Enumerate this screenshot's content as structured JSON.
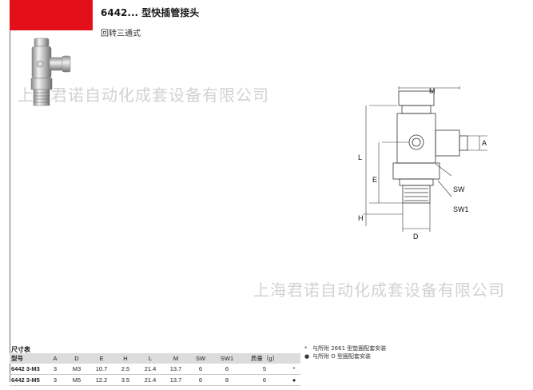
{
  "header": {
    "title": "6442... 型快插管接头",
    "subtitle": "回转三通式"
  },
  "watermark": {
    "text": "上海君诺自动化成套设备有限公司"
  },
  "drawing": {
    "labels": {
      "M": "M",
      "L": "L",
      "E": "E",
      "H": "H",
      "A": "A",
      "D": "D",
      "SW": "SW",
      "SW1": "SW1"
    }
  },
  "table": {
    "label": "尺寸表",
    "columns": [
      "型号",
      "A",
      "D",
      "E",
      "H",
      "L",
      "M",
      "SW",
      "SW1",
      "质量（g）",
      ""
    ],
    "rows": [
      [
        "6442 3-M3",
        "3",
        "M3",
        "10.7",
        "2.5",
        "21.4",
        "13.7",
        "6",
        "6",
        "5",
        "*"
      ],
      [
        "6442 3-M5",
        "3",
        "M5",
        "12.2",
        "3.5",
        "21.4",
        "13.7",
        "6",
        "8",
        "6",
        "●"
      ]
    ]
  },
  "legend": {
    "items": [
      {
        "mark": "*",
        "text": "与所附 2661 型垫圈配套安装"
      },
      {
        "mark": "●",
        "text": "与所附 O 型圈配套安装"
      }
    ]
  },
  "colors": {
    "brand_red": "#e3101a",
    "line": "#333333",
    "watermark": "#d2d2d2",
    "table_header": "#dcdcdc"
  }
}
